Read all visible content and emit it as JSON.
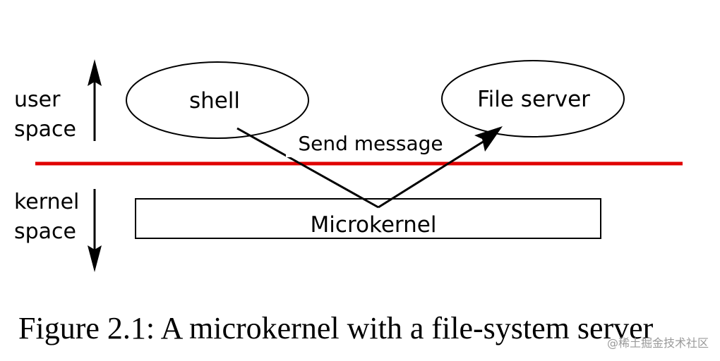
{
  "diagram": {
    "labels": {
      "user_space_line1": "user",
      "user_space_line2": "space",
      "kernel_space_line1": "kernel",
      "kernel_space_line2": "space"
    },
    "nodes": {
      "shell": "shell",
      "file_server": "File server",
      "microkernel": "Microkernel"
    },
    "edges": {
      "message": "Send message"
    },
    "colors": {
      "boundary_line": "#e00000",
      "stroke": "#000000"
    }
  },
  "caption": "Figure 2.1: A microkernel with a file-system server",
  "watermark": "@稀土掘金技术社区"
}
